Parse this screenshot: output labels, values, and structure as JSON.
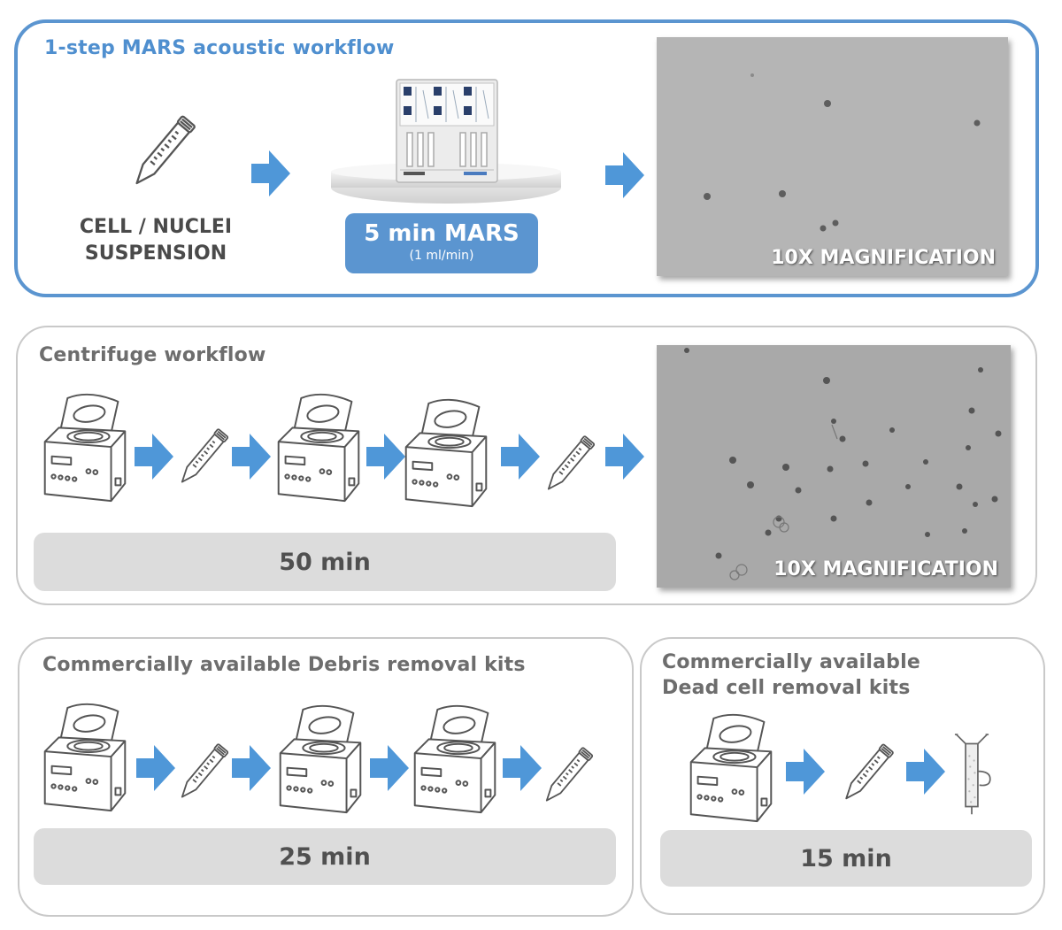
{
  "mars": {
    "title": "1-step MARS acoustic workflow",
    "input_label_line1": "CELL / NUCLEI",
    "input_label_line2": "SUSPENSION",
    "time_label": "5 min MARS",
    "rate_label": "(1 ml/min)",
    "magnification": "10X MAGNIFICATION"
  },
  "centrifuge": {
    "title": "Centrifuge workflow",
    "time_label": "50 min",
    "magnification": "10X MAGNIFICATION"
  },
  "debris": {
    "title": "Commercially available Debris removal kits",
    "time_label": "25 min"
  },
  "dead_cell": {
    "title_line1": "Commercially available",
    "title_line2": "Dead cell removal kits",
    "time_label": "15 min"
  },
  "colors": {
    "accent_blue": "#5b95d0",
    "arrow_blue": "#4f97d8",
    "panel_border_gray": "#c9c9c9",
    "pill_gray": "#dcdcdc"
  },
  "icons": [
    "conical-tube-icon",
    "centrifuge-icon",
    "arrow-right-icon",
    "mars-instrument-icon",
    "column-icon"
  ]
}
